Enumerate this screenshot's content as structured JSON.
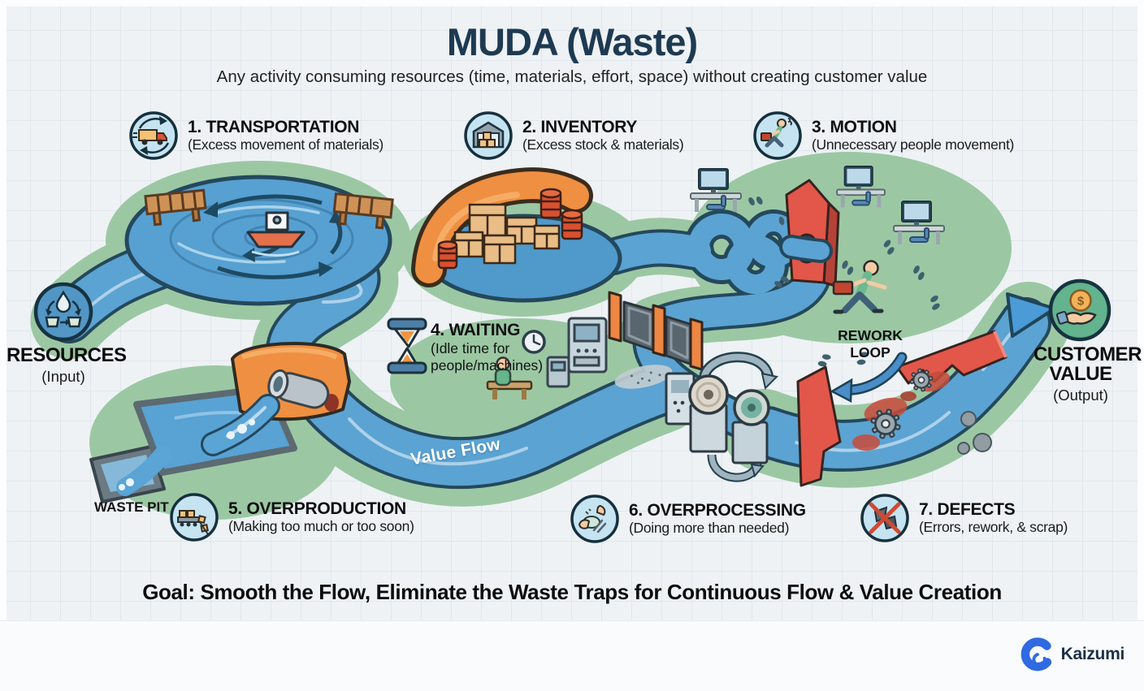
{
  "header": {
    "title": "MUDA (Waste)",
    "subtitle": "Any activity consuming resources (time, materials, effort, space) without creating customer value"
  },
  "wastes": [
    {
      "title": "1. TRANSPORTATION",
      "desc": "(Excess movement of materials)",
      "icon": "truck-cycle-icon"
    },
    {
      "title": "2. INVENTORY",
      "desc": "(Excess stock & materials)",
      "icon": "warehouse-icon"
    },
    {
      "title": "3. MOTION",
      "desc": "(Unnecessary people movement)",
      "icon": "running-person-icon"
    },
    {
      "title": "4. WAITING",
      "desc": "(Idle time for people/machines)",
      "icon": "hourglass-icon"
    },
    {
      "title": "5. OVERPRODUCTION",
      "desc": "(Making too much or too soon)",
      "icon": "conveyor-icon"
    },
    {
      "title": "6. OVERPROCESSING",
      "desc": "(Doing more than needed)",
      "icon": "polishing-icon"
    },
    {
      "title": "7. DEFECTS",
      "desc": "(Errors, rework, & scrap)",
      "icon": "broken-part-icon"
    }
  ],
  "endpoints": {
    "resources": {
      "title": "RESOURCES",
      "sub": "(Input)",
      "icon": "resource-cycle-icon"
    },
    "customer": {
      "title_line1": "CUSTOMER",
      "title_line2": "VALUE",
      "sub": "(Output)",
      "icon": "hand-coin-icon"
    }
  },
  "annotations": {
    "value_flow": "Value Flow",
    "rework_line1": "REWORK",
    "rework_line2": "LOOP",
    "waste_pit": "WASTE PIT",
    "coin_symbol": "$"
  },
  "footer": {
    "goal": "Goal: Smooth the Flow, Eliminate the Waste Traps for Continuous Flow & Value Creation",
    "brand": "Kaizumi"
  },
  "colors": {
    "river_blue": "#5ba3d2",
    "bank_green": "#9bc8a3",
    "outline_dark": "#24485c",
    "accent_orange": "#ef8f41",
    "accent_red": "#e2574a",
    "title_navy": "#1e3a52",
    "brand_blue": "#2f6ae3"
  }
}
